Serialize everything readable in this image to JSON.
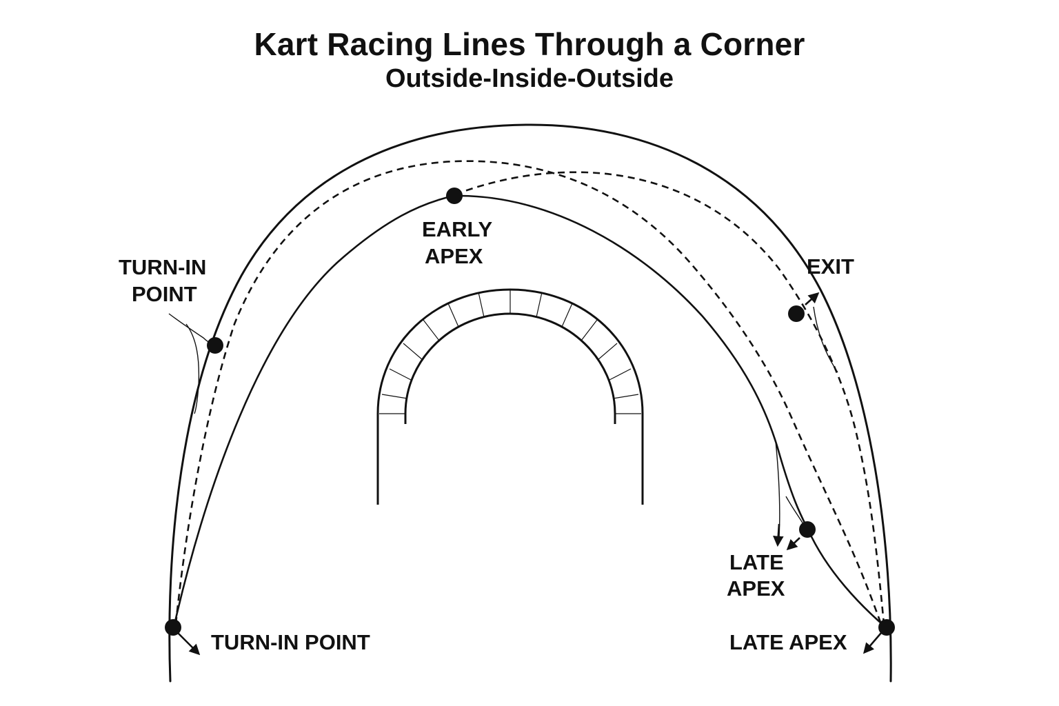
{
  "header": {
    "title": "Kart Racing Lines Through a Corner",
    "subtitle": "Outside-Inside-Outside"
  },
  "labels": {
    "turn_in_top_line1": "TURN-IN",
    "turn_in_top_line2": "POINT",
    "early_apex_line1": "EARLY",
    "early_apex_line2": "APEX",
    "exit": "EXIT",
    "late_apex_mid_line1": "LATE",
    "late_apex_mid_line2": "APEX",
    "turn_in_bottom": "TURN-IN POINT",
    "late_apex_bottom": "LATE APEX"
  },
  "colors": {
    "ink": "#111111",
    "background": "#ffffff"
  }
}
